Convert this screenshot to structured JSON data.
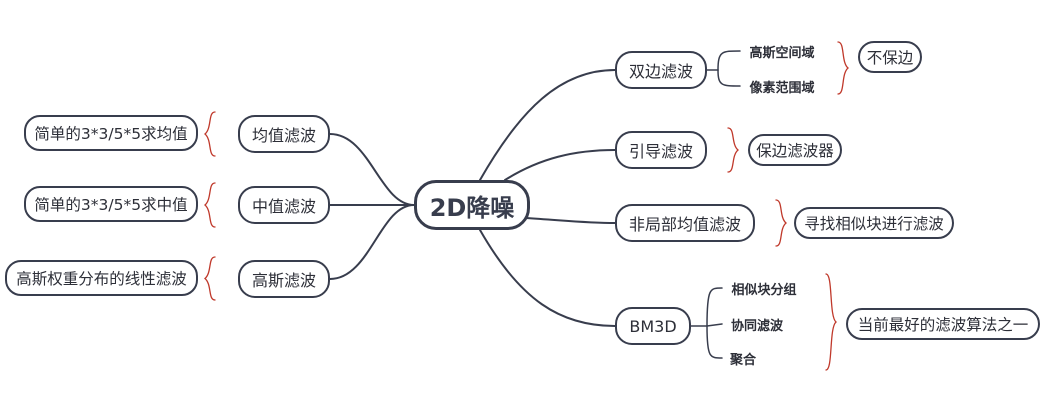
{
  "root": {
    "label": "2D降噪"
  },
  "left_branches": [
    {
      "label": "均值滤波",
      "note": "简单的3*3/5*5求均值"
    },
    {
      "label": "中值滤波",
      "note": "简单的3*3/5*5求中值"
    },
    {
      "label": "高斯滤波",
      "note": "高斯权重分布的线性滤波"
    }
  ],
  "right_branches": [
    {
      "label": "双边滤波",
      "children": [
        "高斯空间域",
        "像素范围域"
      ],
      "note": "不保边"
    },
    {
      "label": "引导滤波",
      "children": [],
      "note": "保边滤波器"
    },
    {
      "label": "非局部均值滤波",
      "children": [],
      "note": "寻找相似块进行滤波"
    },
    {
      "label": "BM3D",
      "children": [
        "相似块分组",
        "协同滤波",
        "聚合"
      ],
      "note": "当前最好的滤波算法之一"
    }
  ],
  "colors": {
    "line": "#383d4d",
    "brace": "#c0392b",
    "text": "#2d2f38"
  }
}
